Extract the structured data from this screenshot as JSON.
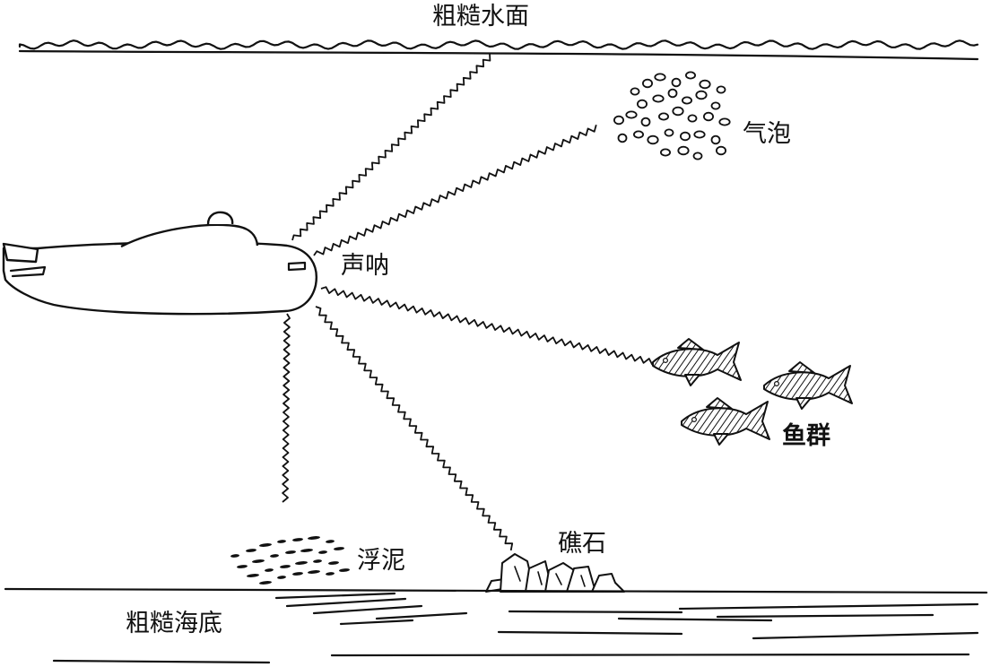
{
  "labels": {
    "surface": "粗糙水面",
    "bubbles": "气泡",
    "sonar": "声呐",
    "fish_school": "鱼群",
    "rock": "礁石",
    "sediment": "浮泥",
    "seabed": "粗糙海底"
  },
  "colors": {
    "ink": "#111111",
    "background": "#ffffff"
  }
}
